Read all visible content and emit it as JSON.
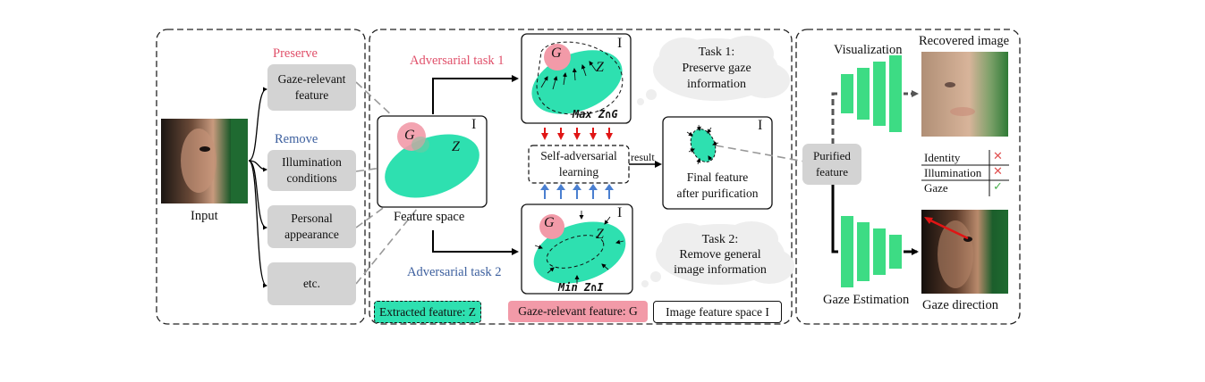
{
  "panel1": {
    "preserve_label": "Preserve",
    "remove_label": "Remove",
    "boxes": [
      "Gaze-relevant\nfeature",
      "Illumination\nconditions",
      "Personal\nappearance",
      "etc."
    ],
    "input_label": "Input"
  },
  "panel2": {
    "adv_task1": "Adversarial task 1",
    "adv_task2": "Adversarial task 2",
    "feature_space_label": "Feature space",
    "center_box": "Self-adversarial\nlearning",
    "result_label": "result",
    "final_label": "Final feature\nafter purification",
    "task1_cloud": "Task 1:\nPreserve gaze\ninformation",
    "task2_cloud": "Task 2:\nRemove general\nimage information",
    "max_label": "Max Z∩G",
    "min_label": "Min Z∩I",
    "sym_G": "G",
    "sym_Z": "Z",
    "sym_I": "I",
    "legend": {
      "extracted": "Extracted feature: Z",
      "gaze": "Gaze-relevant feature: G",
      "image": "Image feature space I"
    }
  },
  "panel3": {
    "visualization": "Visualization",
    "recovered": "Recovered image",
    "purified": "Purified\nfeature",
    "table_rows": [
      {
        "label": "Identity",
        "mark": "✕"
      },
      {
        "label": "Illumination",
        "mark": "✕"
      },
      {
        "label": "Gaze",
        "mark": "✓"
      }
    ],
    "gaze_estimation": "Gaze Estimation",
    "gaze_direction": "Gaze direction"
  },
  "colors": {
    "teal": "#2ee0b0",
    "pink": "#f29aa8",
    "pink_text": "#e0506a",
    "blue_text": "#3c5f9e",
    "green_net": "#3ddc84",
    "gray_box": "#d3d3d3",
    "red_arrow": "#e01515",
    "blue_arrow": "#4a7fd0",
    "check_green": "#4caf50",
    "cross_red": "#e05050"
  }
}
